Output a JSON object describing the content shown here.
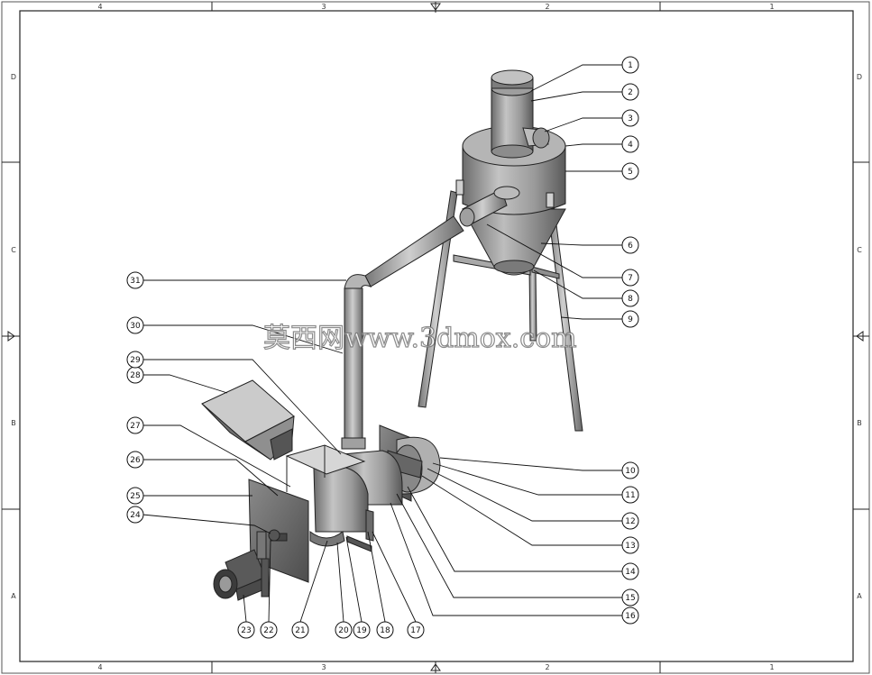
{
  "drawing": {
    "zone_columns": [
      "4",
      "3",
      "2",
      "1"
    ],
    "zone_rows": [
      "D",
      "C",
      "B",
      "A"
    ],
    "watermark": "莫西网www.3dmox.com"
  },
  "colors": {
    "line": "#222222",
    "metal_light": "#c9c9c9",
    "metal_mid": "#9b9b9b",
    "metal_dark": "#5e5e5e",
    "steel_dark": "#3a3a3a"
  },
  "balloons": [
    {
      "num": "1"
    },
    {
      "num": "2"
    },
    {
      "num": "3"
    },
    {
      "num": "4"
    },
    {
      "num": "5"
    },
    {
      "num": "6"
    },
    {
      "num": "7"
    },
    {
      "num": "8"
    },
    {
      "num": "9"
    },
    {
      "num": "10"
    },
    {
      "num": "11"
    },
    {
      "num": "12"
    },
    {
      "num": "13"
    },
    {
      "num": "14"
    },
    {
      "num": "15"
    },
    {
      "num": "16"
    },
    {
      "num": "17"
    },
    {
      "num": "18"
    },
    {
      "num": "19"
    },
    {
      "num": "20"
    },
    {
      "num": "21"
    },
    {
      "num": "22"
    },
    {
      "num": "23"
    },
    {
      "num": "24"
    },
    {
      "num": "25"
    },
    {
      "num": "26"
    },
    {
      "num": "27"
    },
    {
      "num": "28"
    },
    {
      "num": "29"
    },
    {
      "num": "30"
    },
    {
      "num": "31"
    }
  ]
}
